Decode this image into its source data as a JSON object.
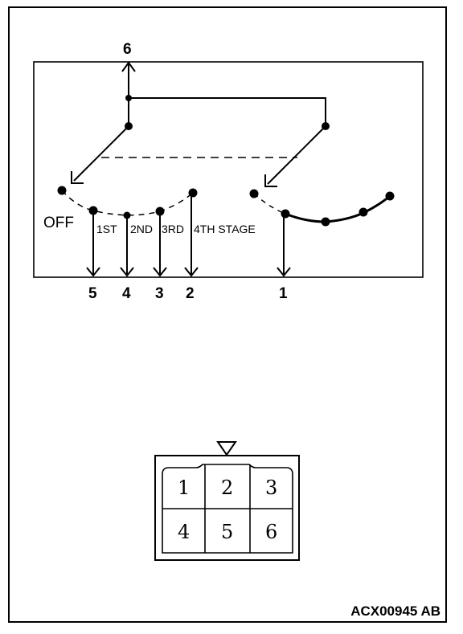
{
  "figure_id": "ACX00945 AB",
  "switch": {
    "off_label": "OFF",
    "position_labels": [
      "1ST",
      "2ND",
      "3RD",
      "4TH STAGE"
    ],
    "terminal_labels": {
      "t6": "6",
      "t5": "5",
      "t4": "4",
      "t3": "3",
      "t2": "2",
      "t1": "1"
    }
  },
  "connector": {
    "cells": [
      "1",
      "2",
      "3",
      "4",
      "5",
      "6"
    ]
  }
}
